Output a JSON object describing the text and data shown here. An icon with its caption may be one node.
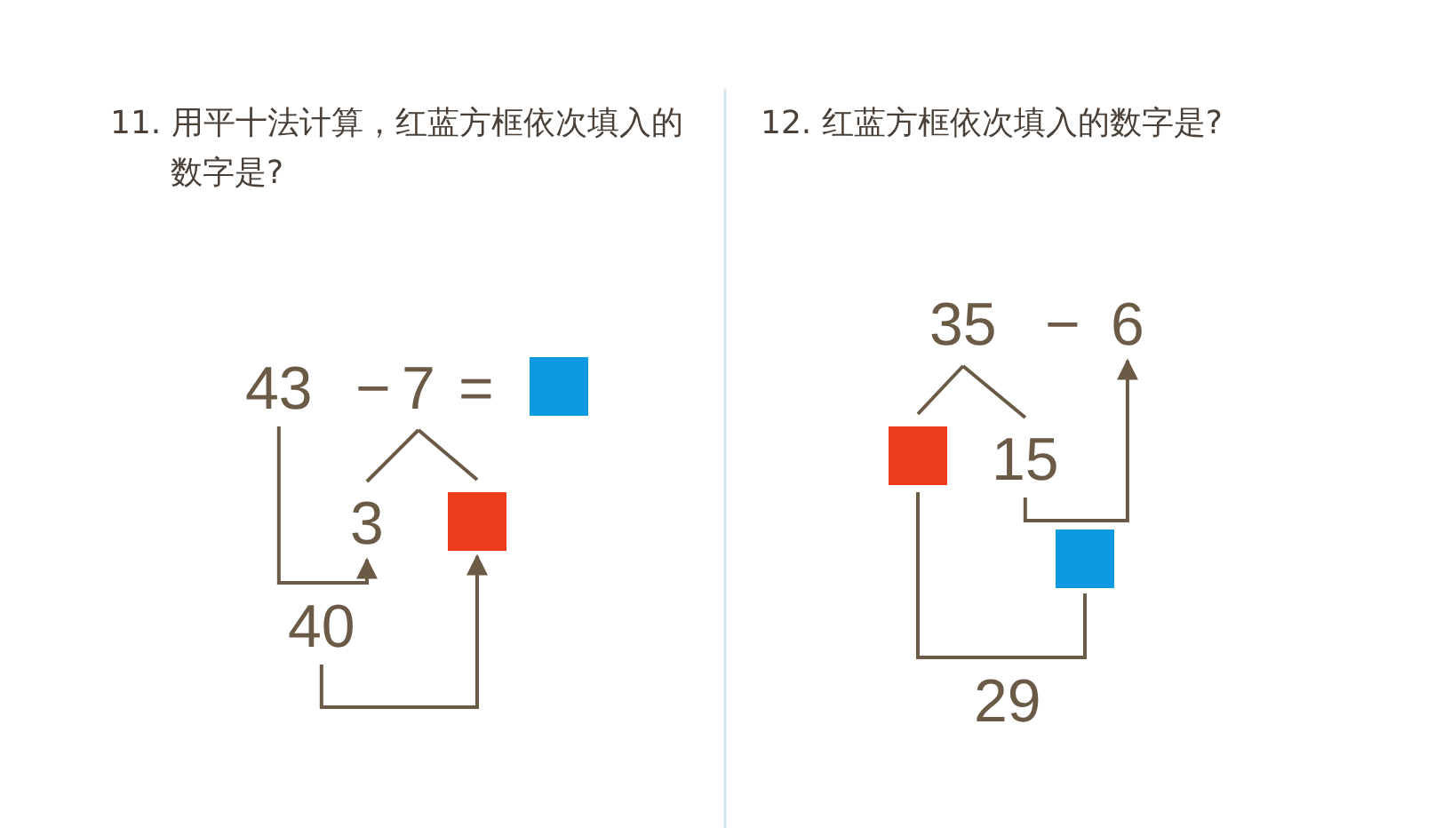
{
  "diagram": {
    "nodes": [
      {
        "text": [
          "43"
        ]
      },
      {
        "text": [
          "7"
        ]
      },
      {
        "text": [],
        "shape": "box"
      },
      {
        "text": [
          "3"
        ]
      },
      {
        "text": [],
        "shape": "box"
      },
      {
        "text": [
          "40"
        ]
      },
      {
        "text": [
          "35"
        ]
      },
      {
        "text": [
          "6"
        ]
      },
      {
        "text": [],
        "shape": "box"
      },
      {
        "text": [
          "15"
        ]
      },
      {
        "text": [],
        "shape": "box"
      }
    ],
    "edges": [
      {
        "from": 0,
        "to": 3,
        "arrow": "to"
      },
      {
        "from": 1,
        "to": 3,
        "arrow": "none"
      },
      {
        "from": 1,
        "to": 4,
        "arrow": "none"
      },
      {
        "from": 5,
        "to": 4,
        "arrow": "to"
      },
      {
        "from": 6,
        "to": 8,
        "arrow": "none"
      },
      {
        "from": 6,
        "to": 9,
        "arrow": "none"
      },
      {
        "from": 9,
        "to": 7,
        "arrow": "to"
      },
      {
        "from": 8,
        "to": 10,
        "arrow": "none",
        "label": "29"
      }
    ],
    "labels": [
      "11. 用平十法计算，红蓝方框依次填入的数字是?",
      "12. 红蓝方框依次填入的数字是?",
      "−",
      "=",
      "−"
    ]
  }
}
